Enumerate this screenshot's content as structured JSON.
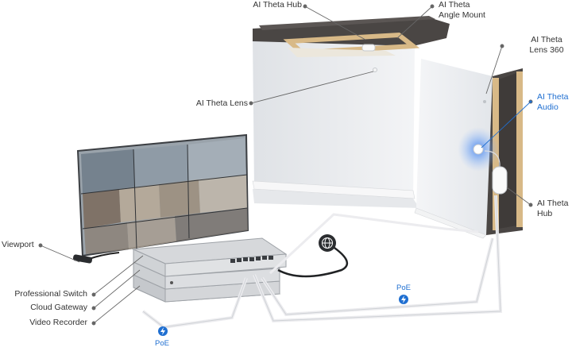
{
  "labels": {
    "theta_hub_top": "AI Theta Hub",
    "angle_mount": "AI Theta\nAngle Mount",
    "lens_360": "AI Theta\nLens 360",
    "theta_lens": "AI Theta Lens",
    "theta_audio": "AI Theta\nAudio",
    "theta_hub_right": "AI Theta\nHub",
    "viewport": "Viewport",
    "professional_switch": "Professional Switch",
    "cloud_gateway": "Cloud Gateway",
    "video_recorder": "Video Recorder",
    "poe_left": "PoE",
    "poe_right": "PoE"
  },
  "colors": {
    "accent": "#1f6fd1",
    "label_text": "#333333",
    "leader": "#666666",
    "wall": "#eef0f2",
    "insulation": "#4a4644",
    "wood": "#d8b987",
    "device": "#c9ccd0"
  },
  "icons": [
    "globe-icon",
    "poe-bolt-icon"
  ]
}
